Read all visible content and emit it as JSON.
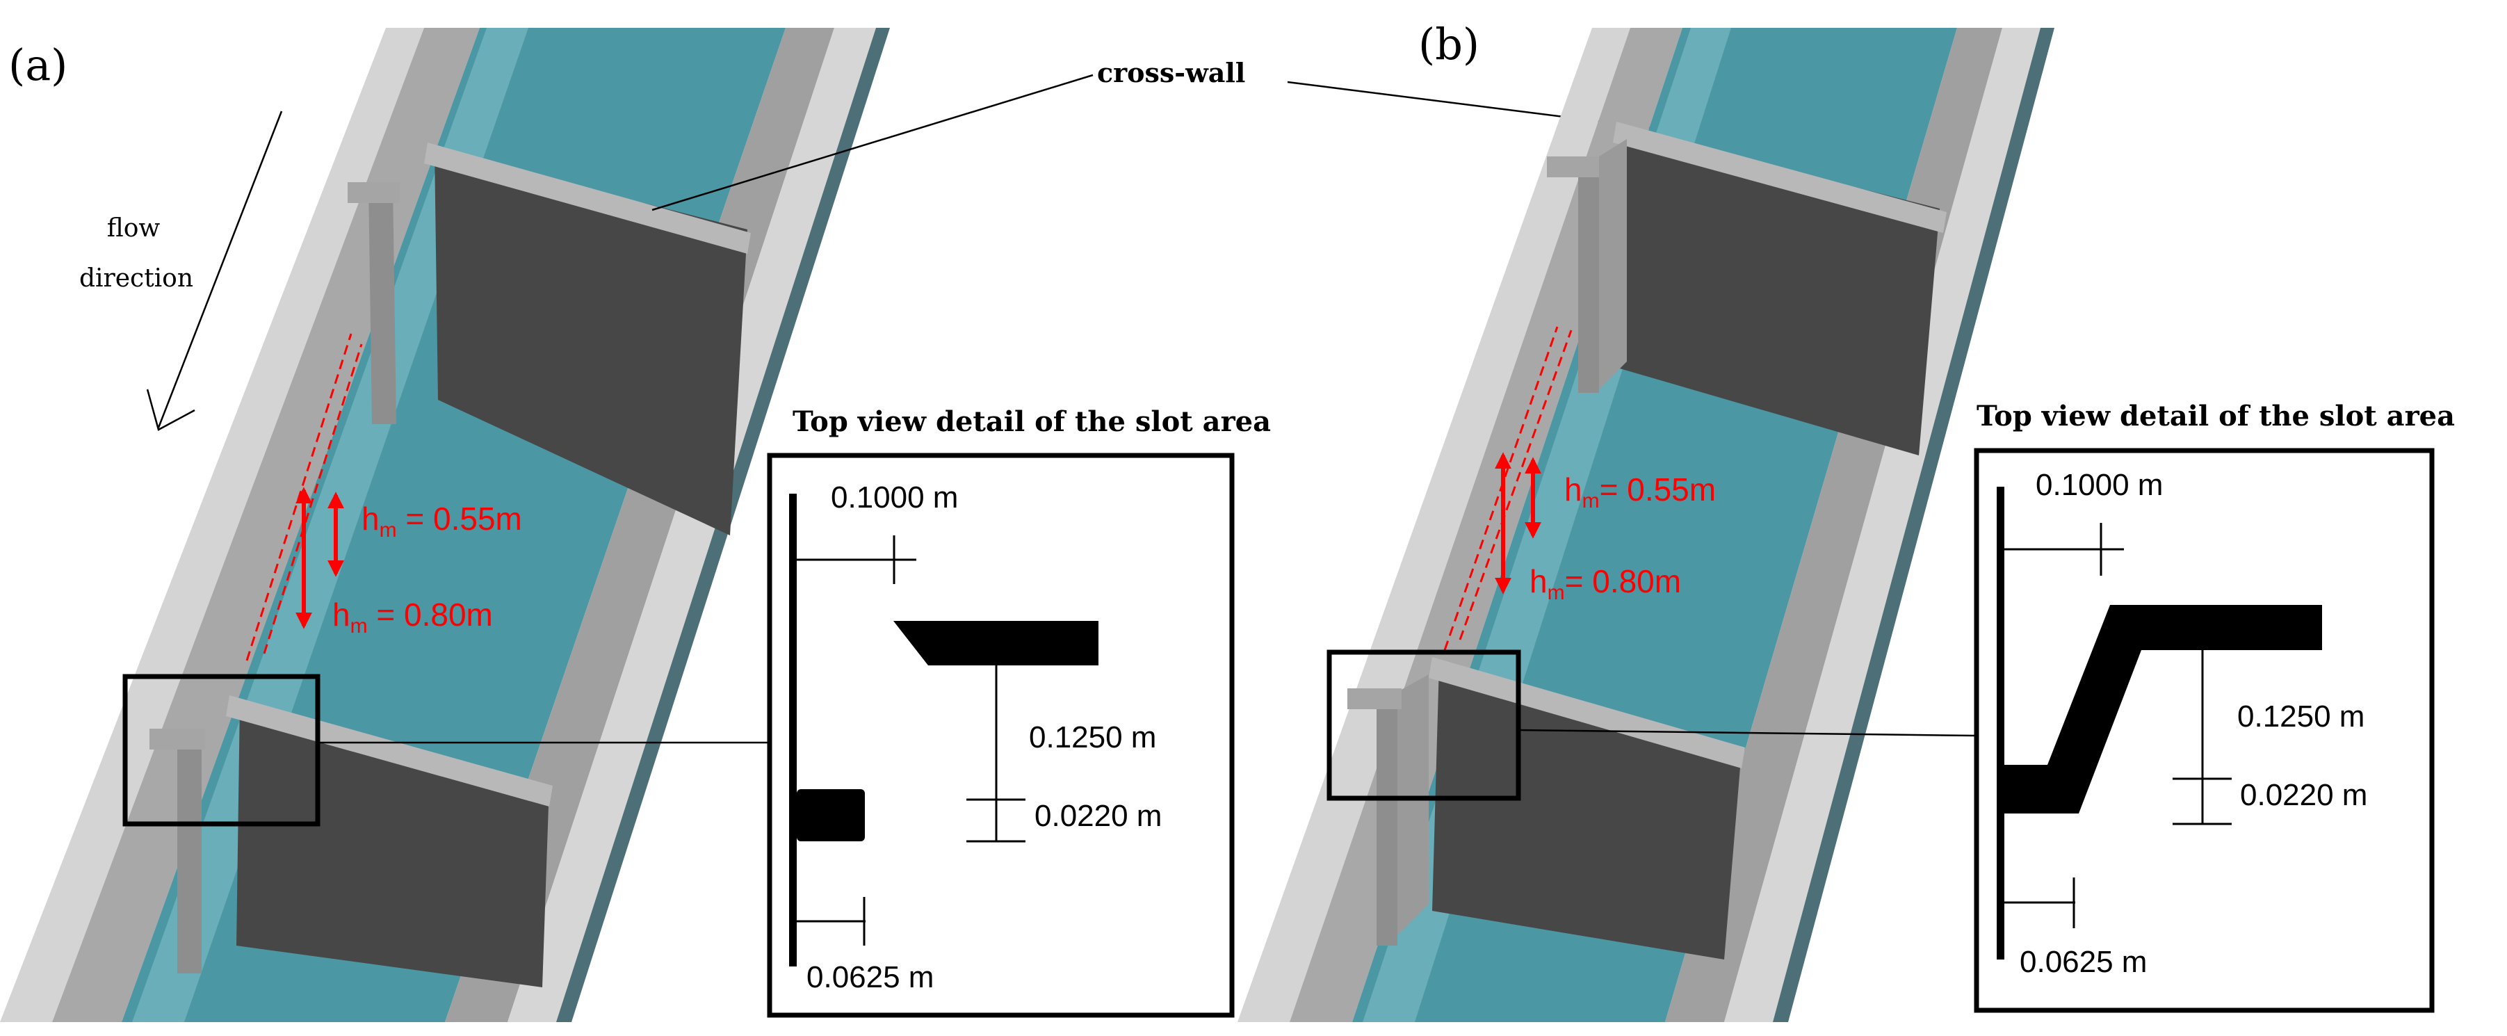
{
  "panels": [
    {
      "label": "(a)",
      "annotations": {
        "cross_wall": "cross-wall",
        "flow_line1": "flow",
        "flow_line2": "direction",
        "hm1_sym": "h",
        "hm1_sub": "m",
        "hm1_rest": " = 0.55m",
        "hm2_sym": "h",
        "hm2_sub": "m",
        "hm2_rest": " = 0.80m"
      },
      "detail": {
        "title": "Top view detail of the slot area",
        "dim_top": "0.1000 m",
        "dim_mid": "0.1250 m",
        "dim_low": "0.0220 m",
        "dim_bottom": "0.0625 m"
      }
    },
    {
      "label": "(b)",
      "annotations": {
        "hm1_sym": "h",
        "hm1_sub": "m",
        "hm1_rest": "= 0.55m",
        "hm2_sym": "h",
        "hm2_sub": "m",
        "hm2_rest": "= 0.80m"
      },
      "detail": {
        "title": "Top view detail of the slot area",
        "dim_top": "0.1000 m",
        "dim_mid": "0.1250 m",
        "dim_low": "0.0220 m",
        "dim_bottom": "0.0625 m"
      }
    }
  ],
  "colors": {
    "water": "#4b97a3",
    "water_light": "#6fb1ba",
    "wall_light": "#d6d6d6",
    "wall_mid": "#a9a9a9",
    "wall_dark": "#474747",
    "annotation_red": "#ff0000"
  }
}
